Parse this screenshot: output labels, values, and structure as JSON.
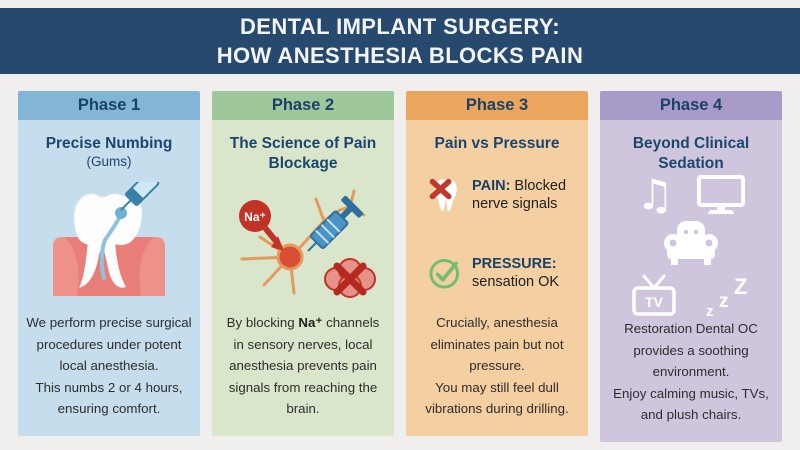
{
  "banner": {
    "line1": "DENTAL IMPLANT SURGERY:",
    "line2": "HOW ANESTHESIA BLOCKS PAIN"
  },
  "colors": {
    "page_bg": "#f0efed",
    "banner_bg": "#27496d",
    "navy_text": "#1b4266",
    "phase1_header": "#83b5d6",
    "phase1_body": "#c5ddec",
    "phase2_header": "#a0c79c",
    "phase2_body": "#d9e6cc",
    "phase3_header": "#eba55d",
    "phase3_body": "#f3cfa2",
    "phase4_header": "#a89bc9",
    "phase4_body": "#cfc6de",
    "blocked_red": "#c0392b",
    "ok_green": "#72bd70",
    "icon_white": "#ffffff"
  },
  "phase1": {
    "label": "Phase 1",
    "title": "Precise Numbing",
    "subtitle": "(Gums)",
    "illustration": "tooth-gum-syringe-injection",
    "paragraph": "We perform precise surgical procedures under potent local anesthesia.\nThis numbs 2 or 4 hours, ensuring comfort."
  },
  "phase2": {
    "label": "Phase 2",
    "title": "The Science of Pain Blockage",
    "na_badge": "Na⁺",
    "illustration": "sodium-neuron-syringe-blocked-brain",
    "paragraph_before": "By blocking ",
    "paragraph_na": "Na⁺",
    "paragraph_after": " channels in sensory nerves, local anesthesia prevents pain signals from reaching the brain."
  },
  "phase3": {
    "label": "Phase 3",
    "title": "Pain vs Pressure",
    "items": [
      {
        "icon": "tooth-blocked-icon",
        "label": "PAIN:",
        "text": " Blocked nerve signals"
      },
      {
        "icon": "check-circle-icon",
        "label": "PRESSURE:",
        "text": " sensation OK"
      }
    ],
    "paragraph": "Crucially, anesthesia eliminates pain but not pressure.\nYou may still feel dull vibrations during drilling."
  },
  "phase4": {
    "label": "Phase 4",
    "title": "Beyond Clinical Sedation",
    "icons": [
      "music-note-icon",
      "tv-screen-icon",
      "armchair-icon",
      "retro-tv-icon",
      "sleep-zzz-icon"
    ],
    "music_note_glyph": "♫",
    "tv_label": "TV",
    "zzz_letters": [
      "z",
      "z",
      "Z"
    ],
    "paragraph": "Restoration Dental OC provides a soothing environment.\nEnjoy calming music, TVs, and plush chairs."
  }
}
